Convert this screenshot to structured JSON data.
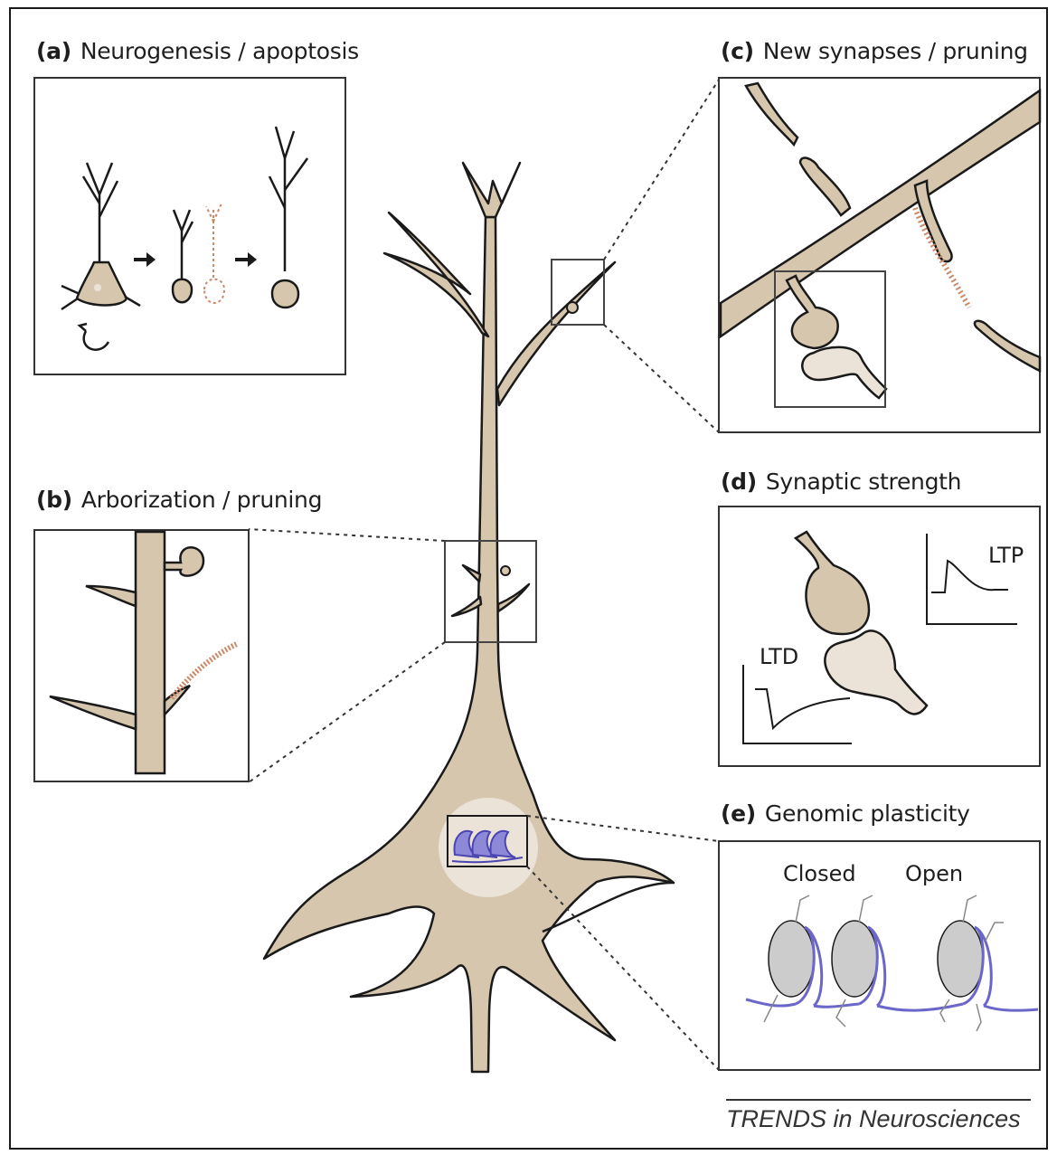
{
  "panels": {
    "a": {
      "letter": "(a)",
      "title": "Neurogenesis / apoptosis"
    },
    "b": {
      "letter": "(b)",
      "title": "Arborization / pruning"
    },
    "c": {
      "letter": "(c)",
      "title": "New synapses / pruning"
    },
    "d": {
      "letter": "(d)",
      "title": "Synaptic strength",
      "ltp_label": "LTP",
      "ltd_label": "LTD"
    },
    "e": {
      "letter": "(e)",
      "title": "Genomic plasticity",
      "closed_label": "Closed",
      "open_label": "Open"
    }
  },
  "credit": "TRENDS in Neurosciences",
  "colors": {
    "neuron_fill": "#d6c6ae",
    "neuron_light": "#ebe3d8",
    "outline": "#1a1a1a",
    "chromatin": "#6b66c9",
    "histone": "#c9c9c9",
    "dashed_remnant": "#c98a6a"
  }
}
